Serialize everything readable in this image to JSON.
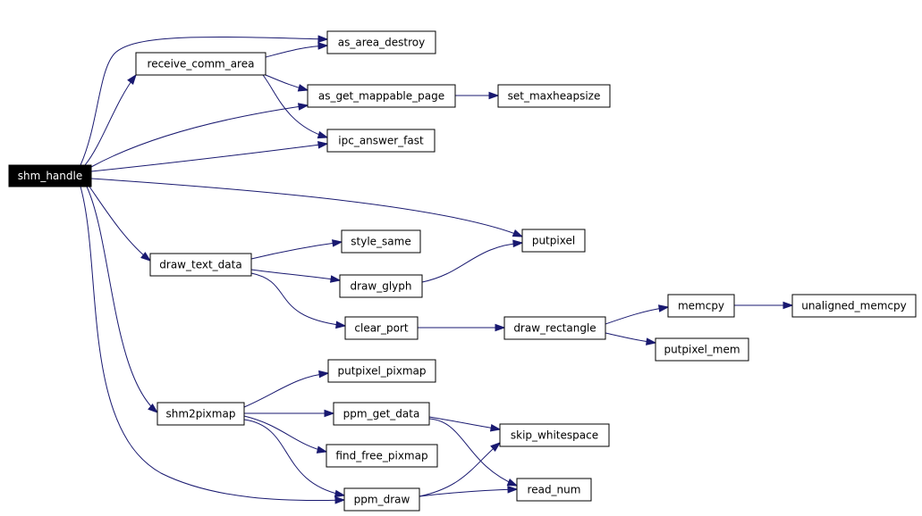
{
  "graph": {
    "root": "shm_handle",
    "nodes": [
      {
        "id": "shm_handle",
        "label": "shm_handle"
      },
      {
        "id": "receive_comm_area",
        "label": "receive_comm_area"
      },
      {
        "id": "as_area_destroy",
        "label": "as_area_destroy"
      },
      {
        "id": "as_get_mappable_page",
        "label": "as_get_mappable_page"
      },
      {
        "id": "set_maxheapsize",
        "label": "set_maxheapsize"
      },
      {
        "id": "ipc_answer_fast",
        "label": "ipc_answer_fast"
      },
      {
        "id": "putpixel",
        "label": "putpixel"
      },
      {
        "id": "draw_text_data",
        "label": "draw_text_data"
      },
      {
        "id": "style_same",
        "label": "style_same"
      },
      {
        "id": "draw_glyph",
        "label": "draw_glyph"
      },
      {
        "id": "clear_port",
        "label": "clear_port"
      },
      {
        "id": "draw_rectangle",
        "label": "draw_rectangle"
      },
      {
        "id": "memcpy",
        "label": "memcpy"
      },
      {
        "id": "unaligned_memcpy",
        "label": "unaligned_memcpy"
      },
      {
        "id": "putpixel_mem",
        "label": "putpixel_mem"
      },
      {
        "id": "putpixel_pixmap",
        "label": "putpixel_pixmap"
      },
      {
        "id": "shm2pixmap",
        "label": "shm2pixmap"
      },
      {
        "id": "ppm_get_data",
        "label": "ppm_get_data"
      },
      {
        "id": "skip_whitespace",
        "label": "skip_whitespace"
      },
      {
        "id": "find_free_pixmap",
        "label": "find_free_pixmap"
      },
      {
        "id": "ppm_draw",
        "label": "ppm_draw"
      },
      {
        "id": "read_num",
        "label": "read_num"
      }
    ],
    "edges": [
      {
        "from": "shm_handle",
        "to": "receive_comm_area"
      },
      {
        "from": "shm_handle",
        "to": "as_area_destroy"
      },
      {
        "from": "shm_handle",
        "to": "as_get_mappable_page"
      },
      {
        "from": "shm_handle",
        "to": "ipc_answer_fast"
      },
      {
        "from": "shm_handle",
        "to": "putpixel"
      },
      {
        "from": "shm_handle",
        "to": "draw_text_data"
      },
      {
        "from": "shm_handle",
        "to": "shm2pixmap"
      },
      {
        "from": "shm_handle",
        "to": "ppm_draw"
      },
      {
        "from": "receive_comm_area",
        "to": "as_area_destroy"
      },
      {
        "from": "receive_comm_area",
        "to": "as_get_mappable_page"
      },
      {
        "from": "receive_comm_area",
        "to": "ipc_answer_fast"
      },
      {
        "from": "as_get_mappable_page",
        "to": "set_maxheapsize"
      },
      {
        "from": "draw_text_data",
        "to": "style_same"
      },
      {
        "from": "draw_text_data",
        "to": "draw_glyph"
      },
      {
        "from": "draw_text_data",
        "to": "clear_port"
      },
      {
        "from": "draw_glyph",
        "to": "putpixel"
      },
      {
        "from": "clear_port",
        "to": "draw_rectangle"
      },
      {
        "from": "draw_rectangle",
        "to": "memcpy"
      },
      {
        "from": "draw_rectangle",
        "to": "putpixel_mem"
      },
      {
        "from": "memcpy",
        "to": "unaligned_memcpy"
      },
      {
        "from": "shm2pixmap",
        "to": "putpixel_pixmap"
      },
      {
        "from": "shm2pixmap",
        "to": "ppm_get_data"
      },
      {
        "from": "shm2pixmap",
        "to": "find_free_pixmap"
      },
      {
        "from": "shm2pixmap",
        "to": "ppm_draw"
      },
      {
        "from": "ppm_get_data",
        "to": "skip_whitespace"
      },
      {
        "from": "ppm_get_data",
        "to": "read_num"
      },
      {
        "from": "ppm_draw",
        "to": "skip_whitespace"
      },
      {
        "from": "ppm_draw",
        "to": "read_num"
      }
    ],
    "colors": {
      "edge": "#191970",
      "node_border": "#000000",
      "node_fill": "#ffffff",
      "root_fill": "#000000",
      "root_text": "#ffffff"
    }
  }
}
